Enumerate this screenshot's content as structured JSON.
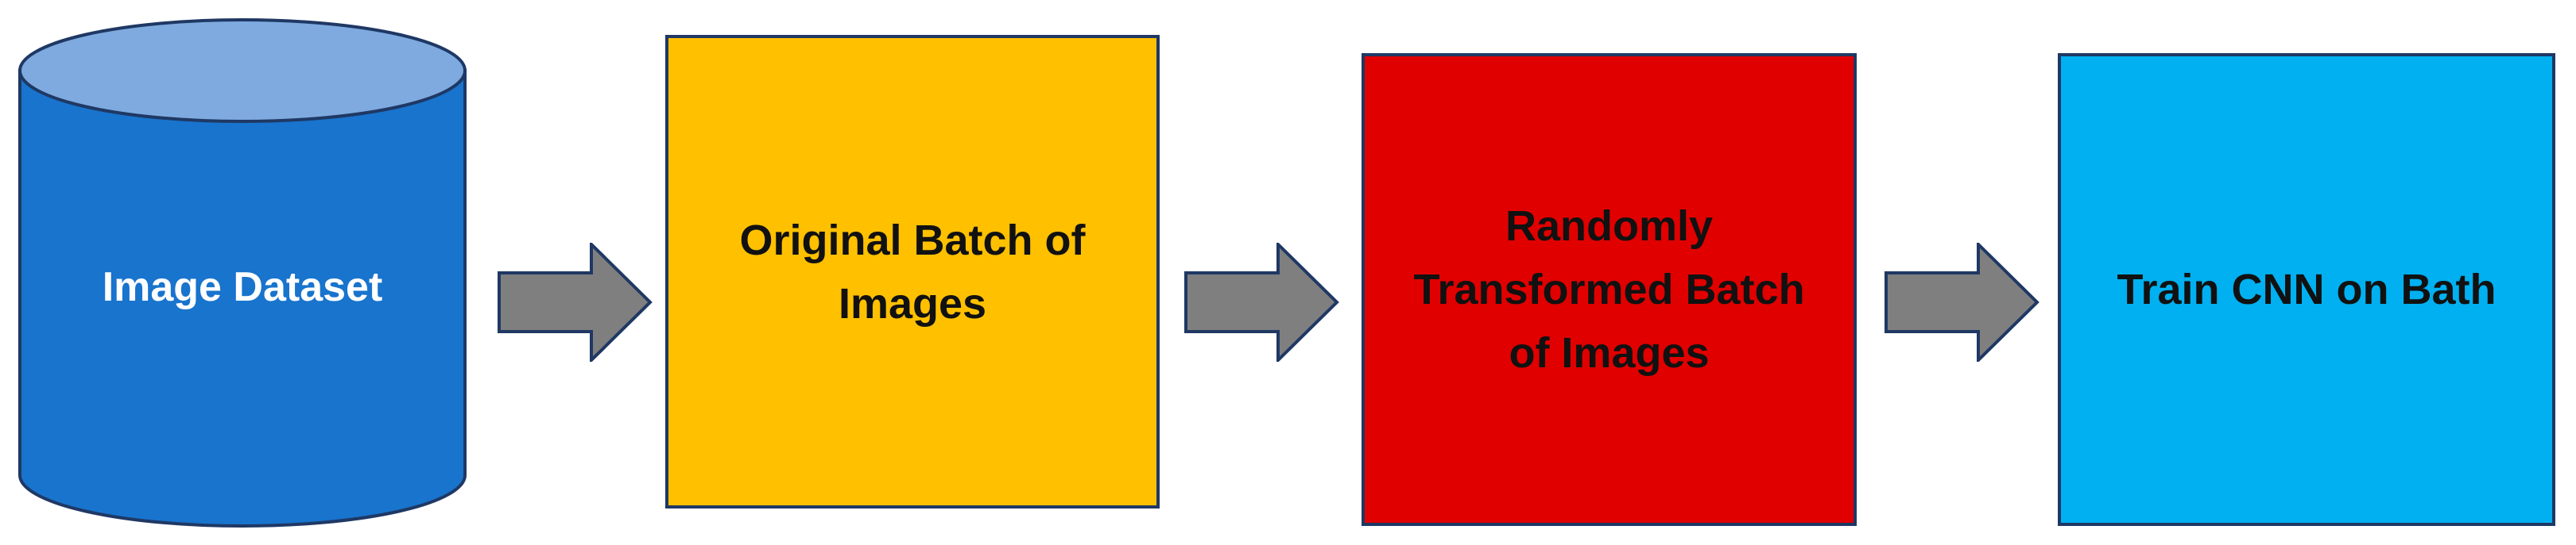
{
  "nodes": {
    "dataset": {
      "label": "Image Dataset",
      "fill": "#1874cd",
      "top_fill": "#7eaadf"
    },
    "original_batch": {
      "label": "Original Batch of Images",
      "fill": "#ffc000"
    },
    "transformed_batch": {
      "label": "Randomly Transformed Batch of Images",
      "fill": "#e00000"
    },
    "train": {
      "label": "Train CNN on Bath",
      "fill": "#00b0f0"
    }
  },
  "connectors": {
    "arrow_fill": "#7f7f7f",
    "outline": "#1f3864"
  }
}
